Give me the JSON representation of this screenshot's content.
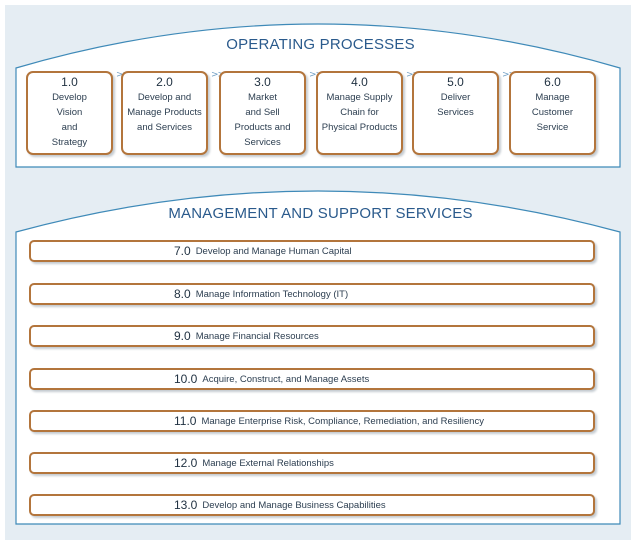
{
  "operating": {
    "title": "OPERATING PROCESSES",
    "arrow_glyph": ">>",
    "processes": [
      {
        "number": "1.0",
        "label": "Develop\nVision\nand\nStrategy"
      },
      {
        "number": "2.0",
        "label": "Develop and\nManage Products\nand Services"
      },
      {
        "number": "3.0",
        "label": "Market\nand Sell\nProducts and\nServices"
      },
      {
        "number": "4.0",
        "label": "Manage Supply\nChain for\nPhysical Products"
      },
      {
        "number": "5.0",
        "label": "Deliver\nServices"
      },
      {
        "number": "6.0",
        "label": "Manage\nCustomer\nService"
      }
    ]
  },
  "management": {
    "title": "MANAGEMENT AND SUPPORT SERVICES",
    "services": [
      {
        "number": "7.0",
        "label": "Develop and Manage Human Capital"
      },
      {
        "number": "8.0",
        "label": "Manage Information Technology (IT)"
      },
      {
        "number": "9.0",
        "label": "Manage Financial Resources"
      },
      {
        "number": "10.0",
        "label": "Acquire, Construct, and Manage Assets"
      },
      {
        "number": "11.0",
        "label": "Manage Enterprise Risk, Compliance, Remediation, and Resiliency"
      },
      {
        "number": "12.0",
        "label": "Manage External Relationships"
      },
      {
        "number": "13.0",
        "label": "Develop and Manage Business Capabilities"
      }
    ]
  },
  "colors": {
    "background": "#e5edf3",
    "panel_border": "#3f8ab8",
    "box_border": "#b3753c",
    "title_text": "#2a5a8c",
    "arrow": "#6f9ec4"
  }
}
